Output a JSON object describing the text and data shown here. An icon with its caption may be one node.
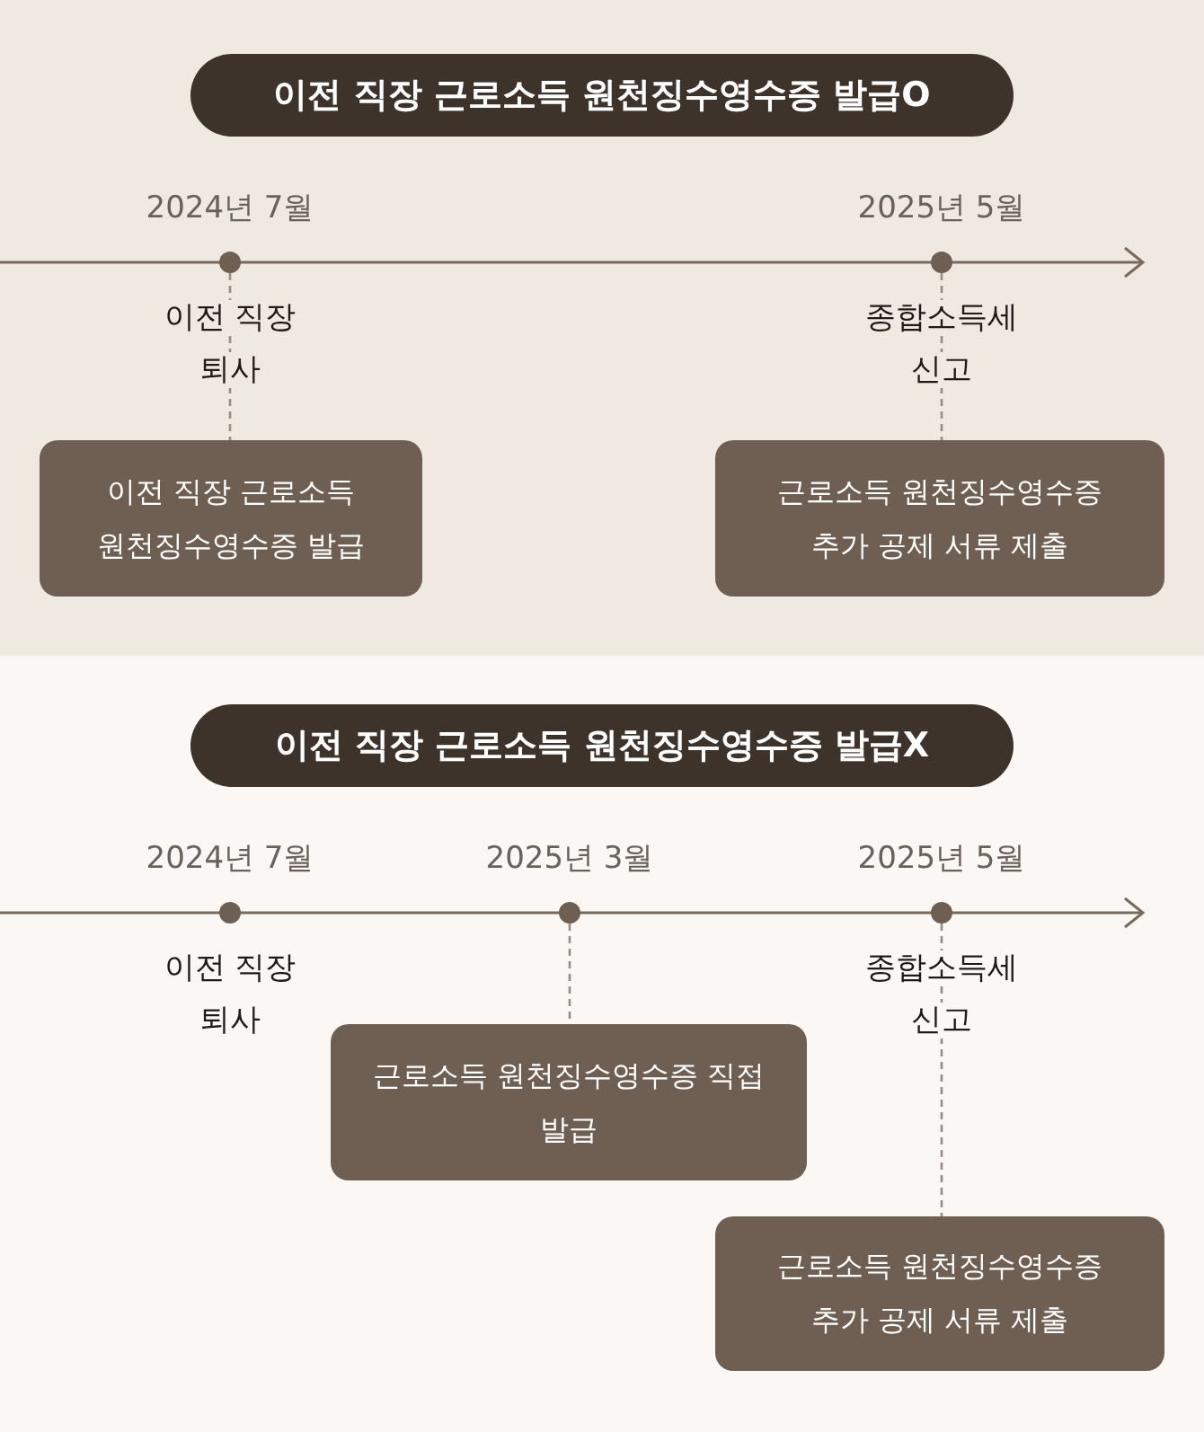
{
  "diagram": {
    "nodes": [
      {
        "text": [
          "이전 직장 근로소득 원천징수영수증 발급O"
        ]
      },
      {
        "text": [],
        "shape": "circle",
        "beside": [
          "2024년 7월",
          "이전 직장 퇴사"
        ]
      },
      {
        "text": [],
        "shape": "circle",
        "beside": [
          "2025년 5월",
          "종합소득세 신고"
        ]
      },
      {
        "text": [
          "이전 직장 근로소득 원천징수영수증 발급"
        ]
      },
      {
        "text": [
          "근로소득 원천징수영수증 추가 공제 서류 제출"
        ]
      },
      {
        "text": [
          "이전 직장 근로소득 원천징수영수증 발급X"
        ]
      },
      {
        "text": [],
        "shape": "circle",
        "beside": [
          "2024년 7월",
          "이전 직장 퇴사"
        ]
      },
      {
        "text": [],
        "shape": "circle",
        "beside": [
          "2025년 3월"
        ]
      },
      {
        "text": [],
        "shape": "circle",
        "beside": [
          "2025년 5월",
          "종합소득세 신고"
        ]
      },
      {
        "text": [
          "근로소득 원천징수영수증 직접 발급"
        ]
      },
      {
        "text": [
          "근로소득 원천징수영수증 추가 공제 서류 제출"
        ]
      }
    ],
    "edges": [
      {
        "from": 1,
        "to": 3,
        "arrow": "none",
        "style": "dashed"
      },
      {
        "from": 2,
        "to": 4,
        "arrow": "none",
        "style": "dashed"
      },
      {
        "from": 7,
        "to": 9,
        "arrow": "none",
        "style": "dashed"
      },
      {
        "from": 8,
        "to": 10,
        "arrow": "none",
        "style": "dashed"
      }
    ]
  }
}
